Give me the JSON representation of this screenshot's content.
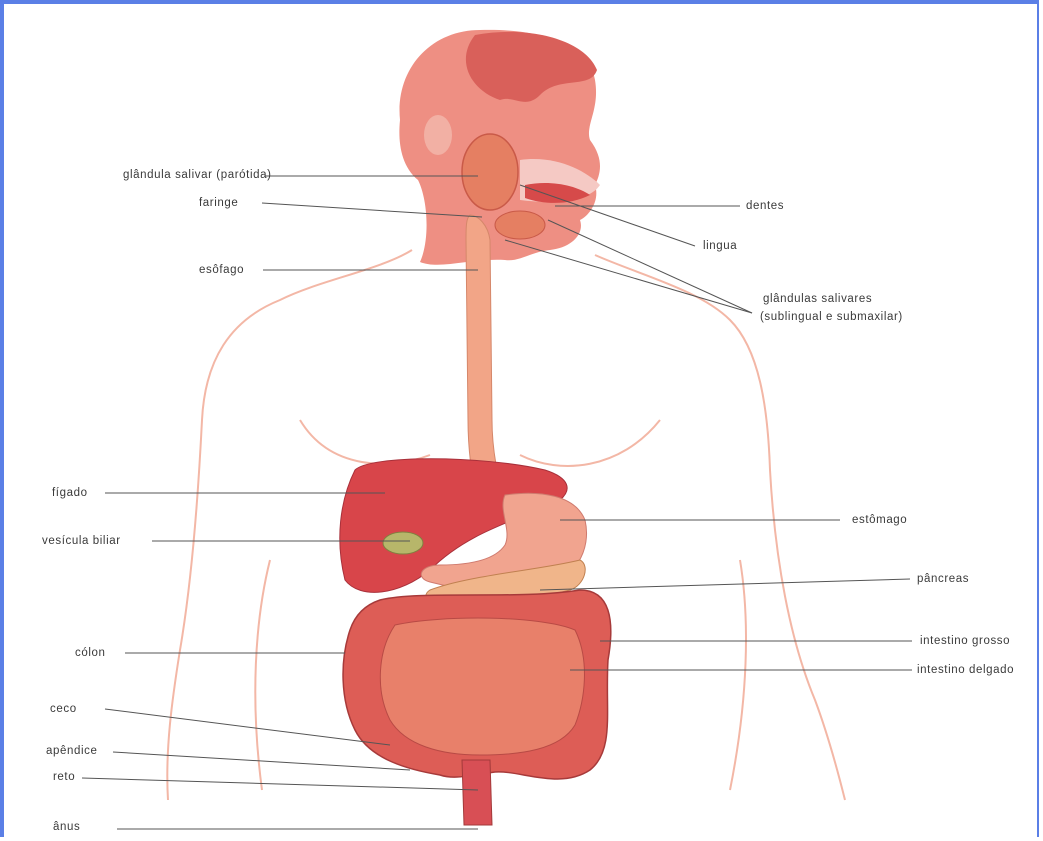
{
  "colors": {
    "frame": "#5b7fe6",
    "skin_outline": "#f3b7a6",
    "head_fill": "#ee8f83",
    "organ_red": "#d94b4b",
    "intestine": "#e0605a",
    "esophagus": "#f2a587",
    "liver": "#d8454a",
    "gallbladder": "#b7b66a",
    "leader_line": "#555555"
  },
  "labels": {
    "glandula_salivar": "glândula salivar (parótida)",
    "faringe": "faringe",
    "esofago": "esôfago",
    "dentes": "dentes",
    "lingua": "lingua",
    "glandulas_salivares_1": "glândulas salivares",
    "glandulas_salivares_2": "(sublingual e submaxilar)",
    "figado": "fígado",
    "vesicula": "vesícula biliar",
    "estomago": "estômago",
    "pancreas": "pâncreas",
    "intestino_grosso": "intestino grosso",
    "intestino_delgado": "intestino delgado",
    "colon": "cólon",
    "ceco": "ceco",
    "apendice": "apêndice",
    "reto": "reto",
    "anus": "ânus"
  }
}
